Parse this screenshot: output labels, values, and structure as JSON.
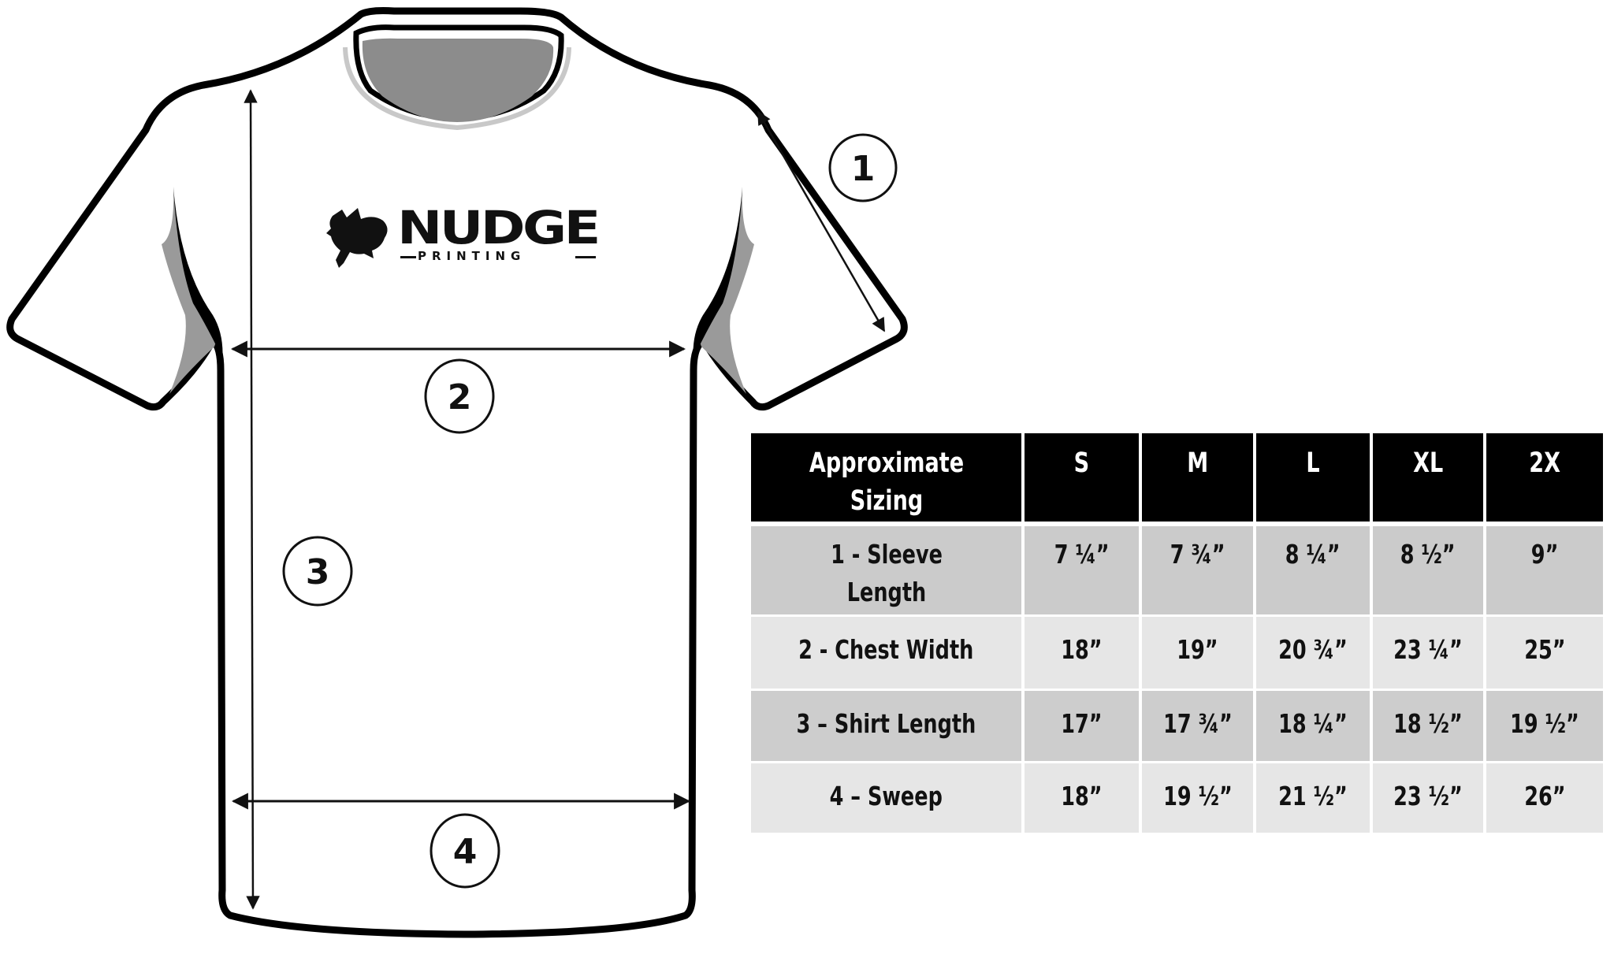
{
  "logo": {
    "brand": "NUDGE",
    "tagline": "PRINTING",
    "icon": "flying-pig-icon"
  },
  "diagram": {
    "markers": [
      {
        "number": "1",
        "measure": "Sleeve Length"
      },
      {
        "number": "2",
        "measure": "Chest Width"
      },
      {
        "number": "3",
        "measure": "Shirt Length"
      },
      {
        "number": "4",
        "measure": "Sweep"
      }
    ]
  },
  "table": {
    "header": {
      "label": "Approximate Sizing",
      "sizes": [
        "S",
        "M",
        "L",
        "XL",
        "2X"
      ]
    },
    "rows": [
      {
        "label": "1 - Sleeve Length",
        "values": [
          "7 ¼”",
          "7 ¾”",
          "8 ¼”",
          "8 ½”",
          "9”"
        ]
      },
      {
        "label": "2 - Chest Width",
        "values": [
          "18”",
          "19”",
          "20 ¾”",
          "23 ¼”",
          "25”"
        ]
      },
      {
        "label": "3 – Shirt Length",
        "values": [
          "17”",
          "17 ¾”",
          "18 ¼”",
          "18 ½”",
          "19 ½”"
        ]
      },
      {
        "label": "4 – Sweep",
        "values": [
          "18”",
          "19 ½”",
          "21 ½”",
          "23 ½”",
          "26”"
        ]
      }
    ],
    "colors": {
      "header_bg": "#000000",
      "header_text": "#ffffff",
      "row_dark": "#cbcbcb",
      "row_light": "#e6e6e6"
    }
  }
}
